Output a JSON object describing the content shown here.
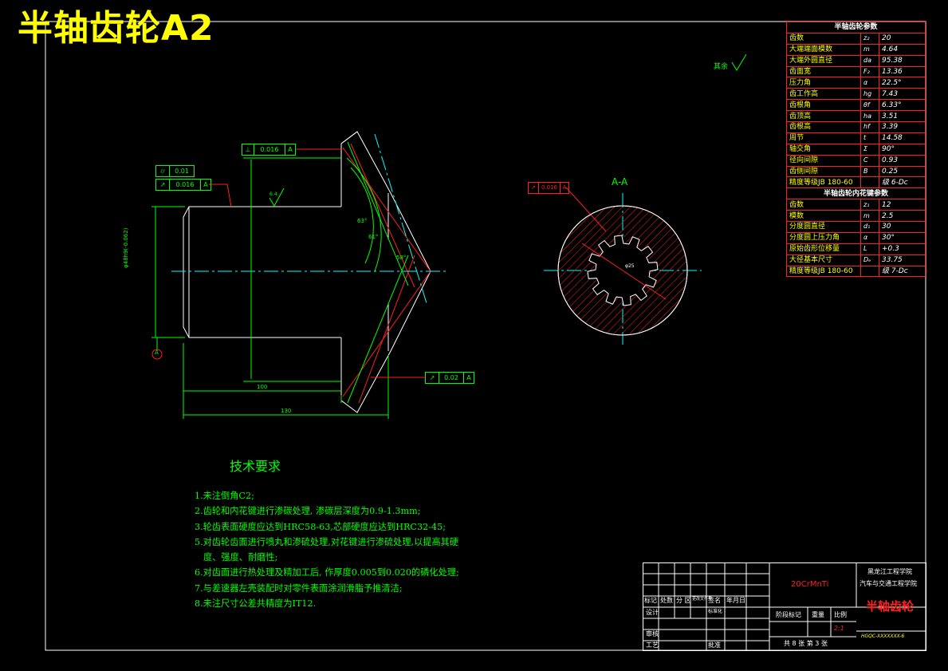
{
  "drawing": {
    "big_title": "半轴齿轮A2",
    "section_label": "A-A",
    "roughness_note": "其余",
    "colors": {
      "background": "#000000",
      "border": "#ffffff",
      "geometry": "#ffffff",
      "dimension": "#00ff00",
      "centerline": "#00ffff",
      "hatch": "#ff2020",
      "table_line": "#ff2020",
      "title": "#ffff00"
    }
  },
  "tolerance_frames": {
    "perp_top": {
      "symbol": "⊥",
      "value": "0.016",
      "datum": "A"
    },
    "cyl_left": {
      "symbol": "⌭",
      "value": "0.01"
    },
    "runout_left": {
      "symbol": "↗",
      "value": "0.016",
      "datum": "A"
    },
    "runout_bottom": {
      "symbol": "↗",
      "value": "0.02",
      "datum": "A"
    },
    "section_frame": {
      "symbol": "↗",
      "value": "0.016",
      "datum": "A"
    }
  },
  "dimensions": {
    "len_short": "100",
    "len_long": "130",
    "angle_1": "63°",
    "angle_2": "61°",
    "angle_3": "58°",
    "diameter_left": "φ48h9(-0.062)",
    "datum_label": "A",
    "roughness_1": "6.4",
    "section_dim": "φ25"
  },
  "gear_params": {
    "title": "半轴齿轮参数",
    "rows": [
      {
        "name": "齿数",
        "sym": "z₂",
        "val": "20"
      },
      {
        "name": "大端端面模数",
        "sym": "m",
        "val": "4.64"
      },
      {
        "name": "大端外圆直径",
        "sym": "da",
        "val": "95.38"
      },
      {
        "name": "齿面宽",
        "sym": "F₂",
        "val": "13.36"
      },
      {
        "name": "压力角",
        "sym": "α",
        "val": "22.5°"
      },
      {
        "name": "齿工作高",
        "sym": "hg",
        "val": "7.43"
      },
      {
        "name": "齿根角",
        "sym": "θf",
        "val": "6.33°"
      },
      {
        "name": "齿顶高",
        "sym": "ha",
        "val": "3.51"
      },
      {
        "name": "齿根高",
        "sym": "hf",
        "val": "3.39"
      },
      {
        "name": "周节",
        "sym": "t",
        "val": "14.58"
      },
      {
        "name": "轴交角",
        "sym": "Σ",
        "val": "90°"
      },
      {
        "name": "径向间隙",
        "sym": "C",
        "val": "0.93"
      },
      {
        "name": "齿侧间隙",
        "sym": "B",
        "val": "0.25"
      },
      {
        "name": "精度等级JB 180-60",
        "sym": "",
        "val": "级 6-Dc"
      }
    ]
  },
  "spline_params": {
    "title": "半轴齿轮内花键参数",
    "rows": [
      {
        "name": "齿数",
        "sym": "z₁",
        "val": "12"
      },
      {
        "name": "模数",
        "sym": "m",
        "val": "2.5"
      },
      {
        "name": "分度圆直径",
        "sym": "d₁",
        "val": "30"
      },
      {
        "name": "分度圆上压力角",
        "sym": "α",
        "val": "30°"
      },
      {
        "name": "原始齿形位移量",
        "sym": "L",
        "val": "+0.3"
      },
      {
        "name": "大径基本尺寸",
        "sym": "Dₑ",
        "val": "33.75"
      },
      {
        "name": "精度等级JB 180-60",
        "sym": "",
        "val": "级 7-Dc"
      }
    ]
  },
  "tech_requirements": {
    "title": "技术要求",
    "items": [
      "1.未注倒角C2;",
      "2.齿轮和内花键进行渗碳处理, 渗碳层深度为0.9-1.3mm;",
      "3.轮齿表面硬度应达到HRC58-63,芯部硬度应达到HRC32-45;",
      "5.对齿轮齿面进行喷丸和渗硫处理,对花键进行渗硫处理,以提高其硬",
      "度、强度、耐磨性;",
      "6.对齿面进行热处理及精加工后, 作厚度0.005到0.020的磷化处理;",
      "7.与差速器左壳装配时对零件表面涂润滑脂予推清洁;",
      "8.未注尺寸公差共精度为IT12."
    ]
  },
  "title_block": {
    "material": "20CrMnTi",
    "school": "黑龙江工程学院",
    "department": "汽车与交通工程学院",
    "part_name": "半轴齿轮",
    "stage_label": "阶段标记",
    "weight_label": "重量",
    "scale_label": "比例",
    "scale": "2:1",
    "sheet_info": "共 8 张  第 3 张",
    "drawing_no": "HGQC-XXXXXXX-6",
    "designer_label": "设计",
    "standard_label": "标准化",
    "review_label": "审核",
    "process_label": "工艺",
    "revision_headers": [
      "标记",
      "处数",
      "分 区",
      "更改文件号",
      "签名",
      "年月日"
    ],
    "approve_label": "批准"
  }
}
